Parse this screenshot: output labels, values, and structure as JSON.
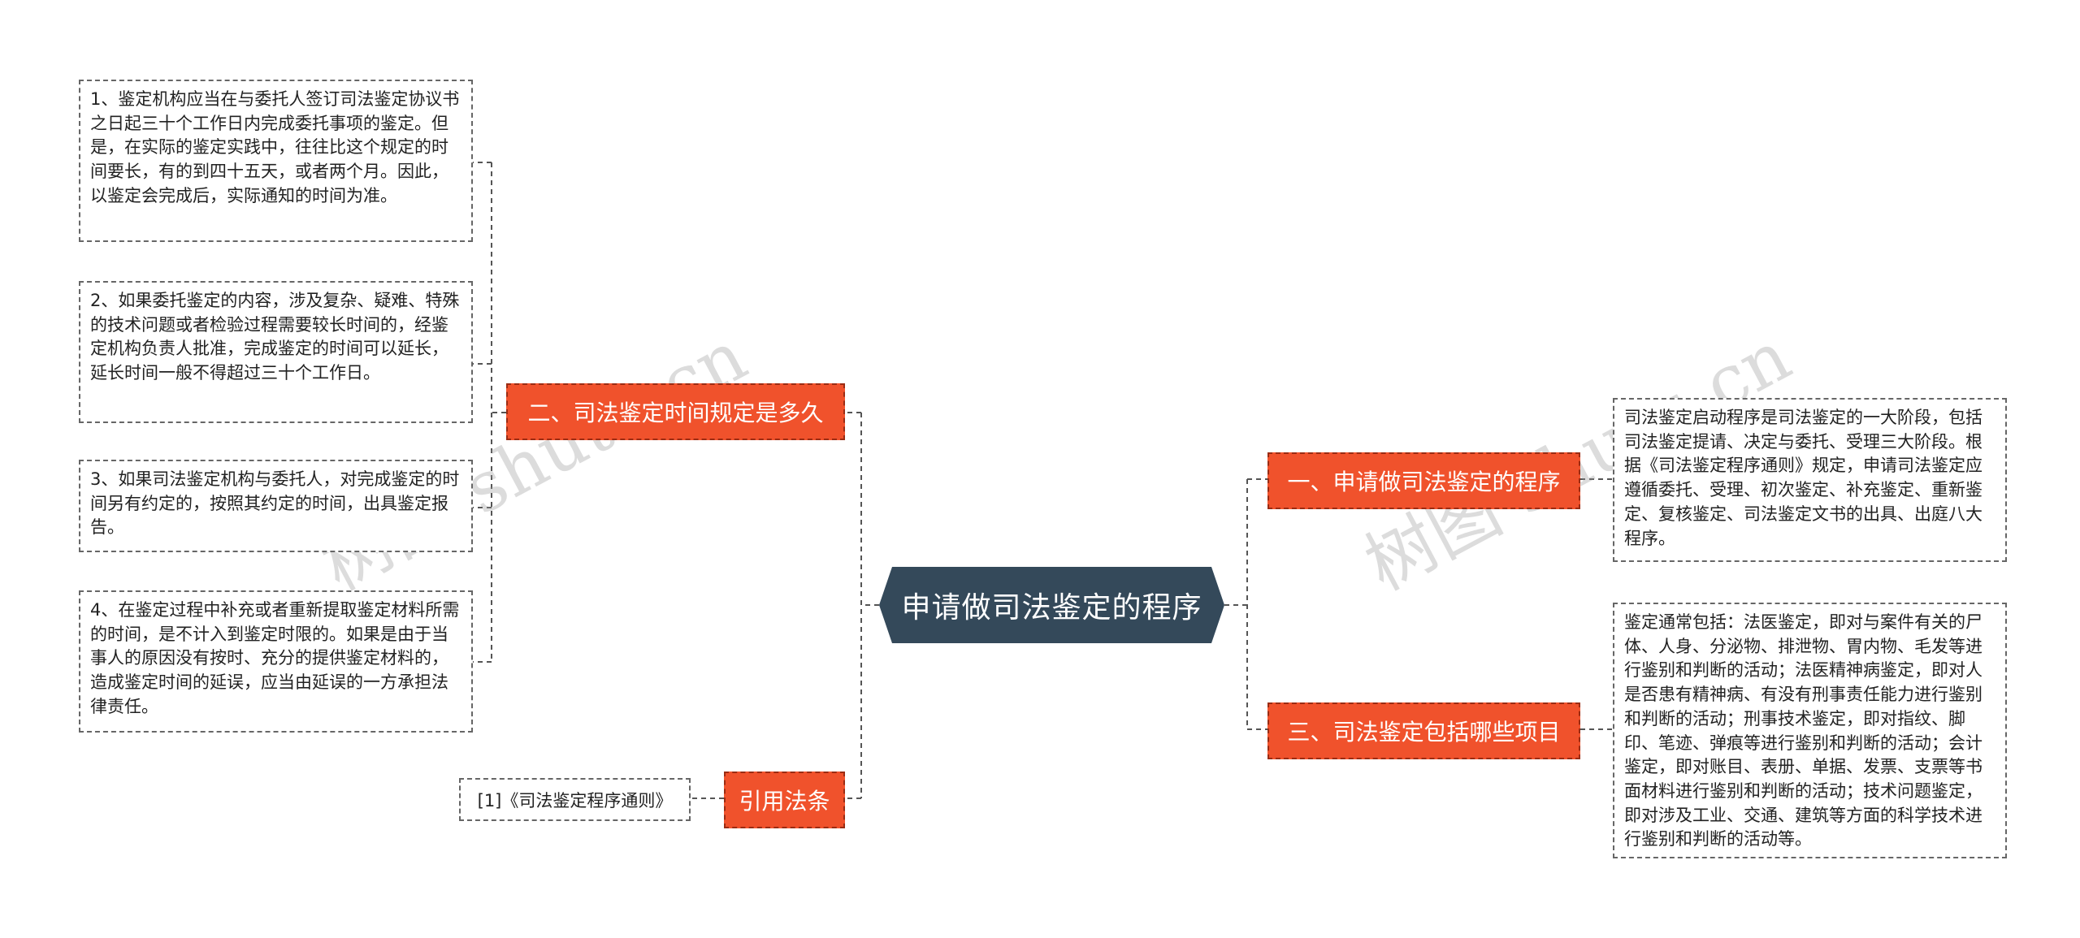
{
  "central": {
    "label": "申请做司法鉴定的程序"
  },
  "branches": {
    "time_rules": {
      "label": "二、司法鉴定时间规定是多久"
    },
    "citation": {
      "label": "引用法条"
    },
    "procedure": {
      "label": "一、申请做司法鉴定的程序"
    },
    "items": {
      "label": "三、司法鉴定包括哪些项目"
    }
  },
  "leaves": {
    "time_1": "1、鉴定机构应当在与委托人签订司法鉴定协议书之日起三十个工作日内完成委托事项的鉴定。但是，在实际的鉴定实践中，往往比这个规定的时间要长，有的到四十五天，或者两个月。因此，以鉴定会完成后，实际通知的时间为准。",
    "time_2": "2、如果委托鉴定的内容，涉及复杂、疑难、特殊的技术问题或者检验过程需要较长时间的，经鉴定机构负责人批准，完成鉴定的时间可以延长，延长时间一般不得超过三十个工作日。",
    "time_3": "3、如果司法鉴定机构与委托人，对完成鉴定的时间另有约定的，按照其约定的时间，出具鉴定报告。",
    "time_4": "4、在鉴定过程中补充或者重新提取鉴定材料所需的时间，是不计入到鉴定时限的。如果是由于当事人的原因没有按时、充分的提供鉴定材料的，造成鉴定时间的延误，应当由延误的一方承担法律责任。",
    "citation_1": "[1]《司法鉴定程序通则》",
    "procedure_1": "司法鉴定启动程序是司法鉴定的一大阶段，包括司法鉴定提请、决定与委托、受理三大阶段。根据《司法鉴定程序通则》规定，申请司法鉴定应遵循委托、受理、初次鉴定、补充鉴定、重新鉴定、复核鉴定、司法鉴定文书的出具、出庭八大程序。",
    "items_1": "鉴定通常包括：法医鉴定，即对与案件有关的尸体、人身、分泌物、排泄物、胃内物、毛发等进行鉴别和判断的活动；法医精神病鉴定，即对人是否患有精神病、有没有刑事责任能力进行鉴别和判断的活动；刑事技术鉴定，即对指纹、脚印、笔迹、弹痕等进行鉴别和判断的活动；会计鉴定，即对账目、表册、单据、发票、支票等书面材料进行鉴别和判断的活动；技术问题鉴定，即对涉及工业、交通、建筑等方面的科学技术进行鉴别和判断的活动等。"
  },
  "watermarks": [
    "树图 shutu.cn",
    "树图 shutu.cn"
  ],
  "colors": {
    "central": "#34495a",
    "branch": "#f0522c",
    "connector": "#555555",
    "leaf_border": "#666666"
  }
}
